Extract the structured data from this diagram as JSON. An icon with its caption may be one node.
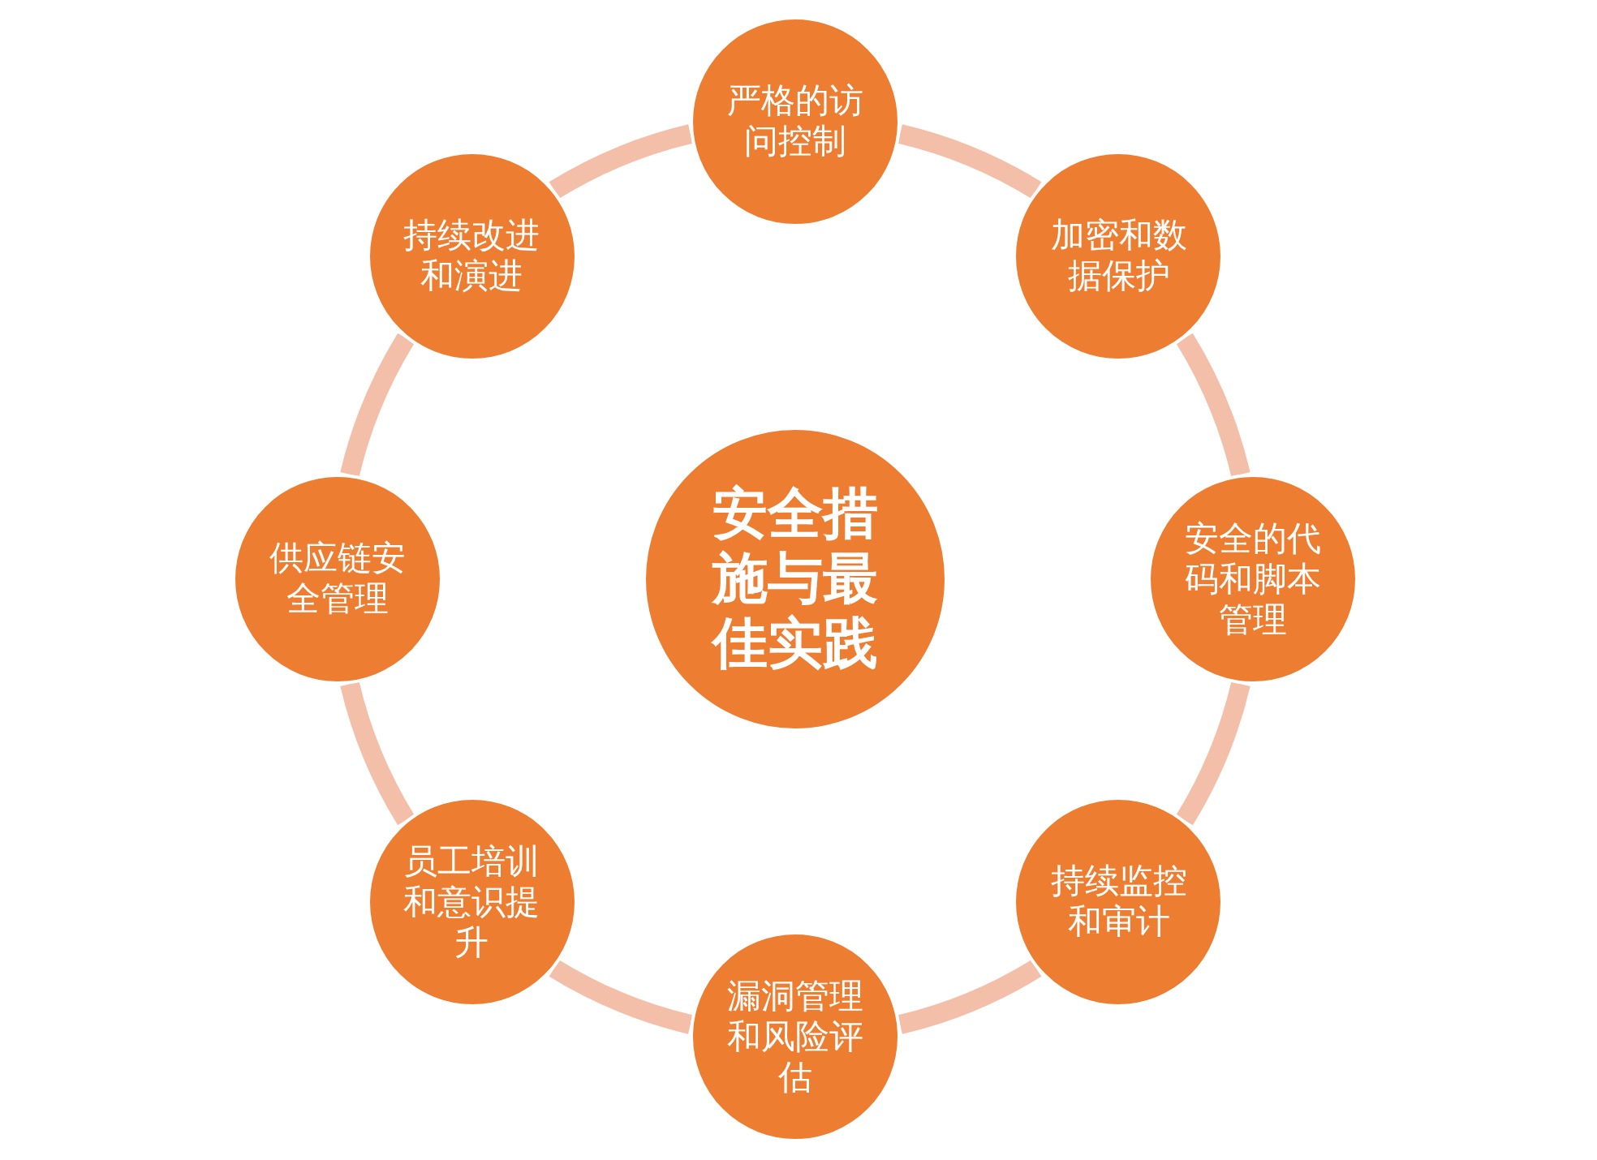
{
  "diagram": {
    "nodes": [
      {
        "text": [
          "安全措施与最佳实践"
        ]
      },
      {
        "text": [
          "严格的访问控制"
        ]
      },
      {
        "text": [
          "加密和数据保护"
        ]
      },
      {
        "text": [
          "安全的代码和脚本管理"
        ]
      },
      {
        "text": [
          "持续监控和审计"
        ]
      },
      {
        "text": [
          "漏洞管理和风险评估"
        ]
      },
      {
        "text": [
          "员工培训和意识提升"
        ]
      },
      {
        "text": [
          "供应链安全管理"
        ]
      },
      {
        "text": [
          "持续改进和演进"
        ]
      }
    ],
    "edges": [
      {
        "from": 1,
        "to": 2,
        "arrow": "none"
      },
      {
        "from": 2,
        "to": 3,
        "arrow": "none"
      },
      {
        "from": 3,
        "to": 4,
        "arrow": "none"
      },
      {
        "from": 4,
        "to": 5,
        "arrow": "none"
      },
      {
        "from": 5,
        "to": 6,
        "arrow": "none"
      },
      {
        "from": 6,
        "to": 7,
        "arrow": "none"
      },
      {
        "from": 7,
        "to": 8,
        "arrow": "none"
      },
      {
        "from": 8,
        "to": 1,
        "arrow": "none"
      }
    ]
  }
}
